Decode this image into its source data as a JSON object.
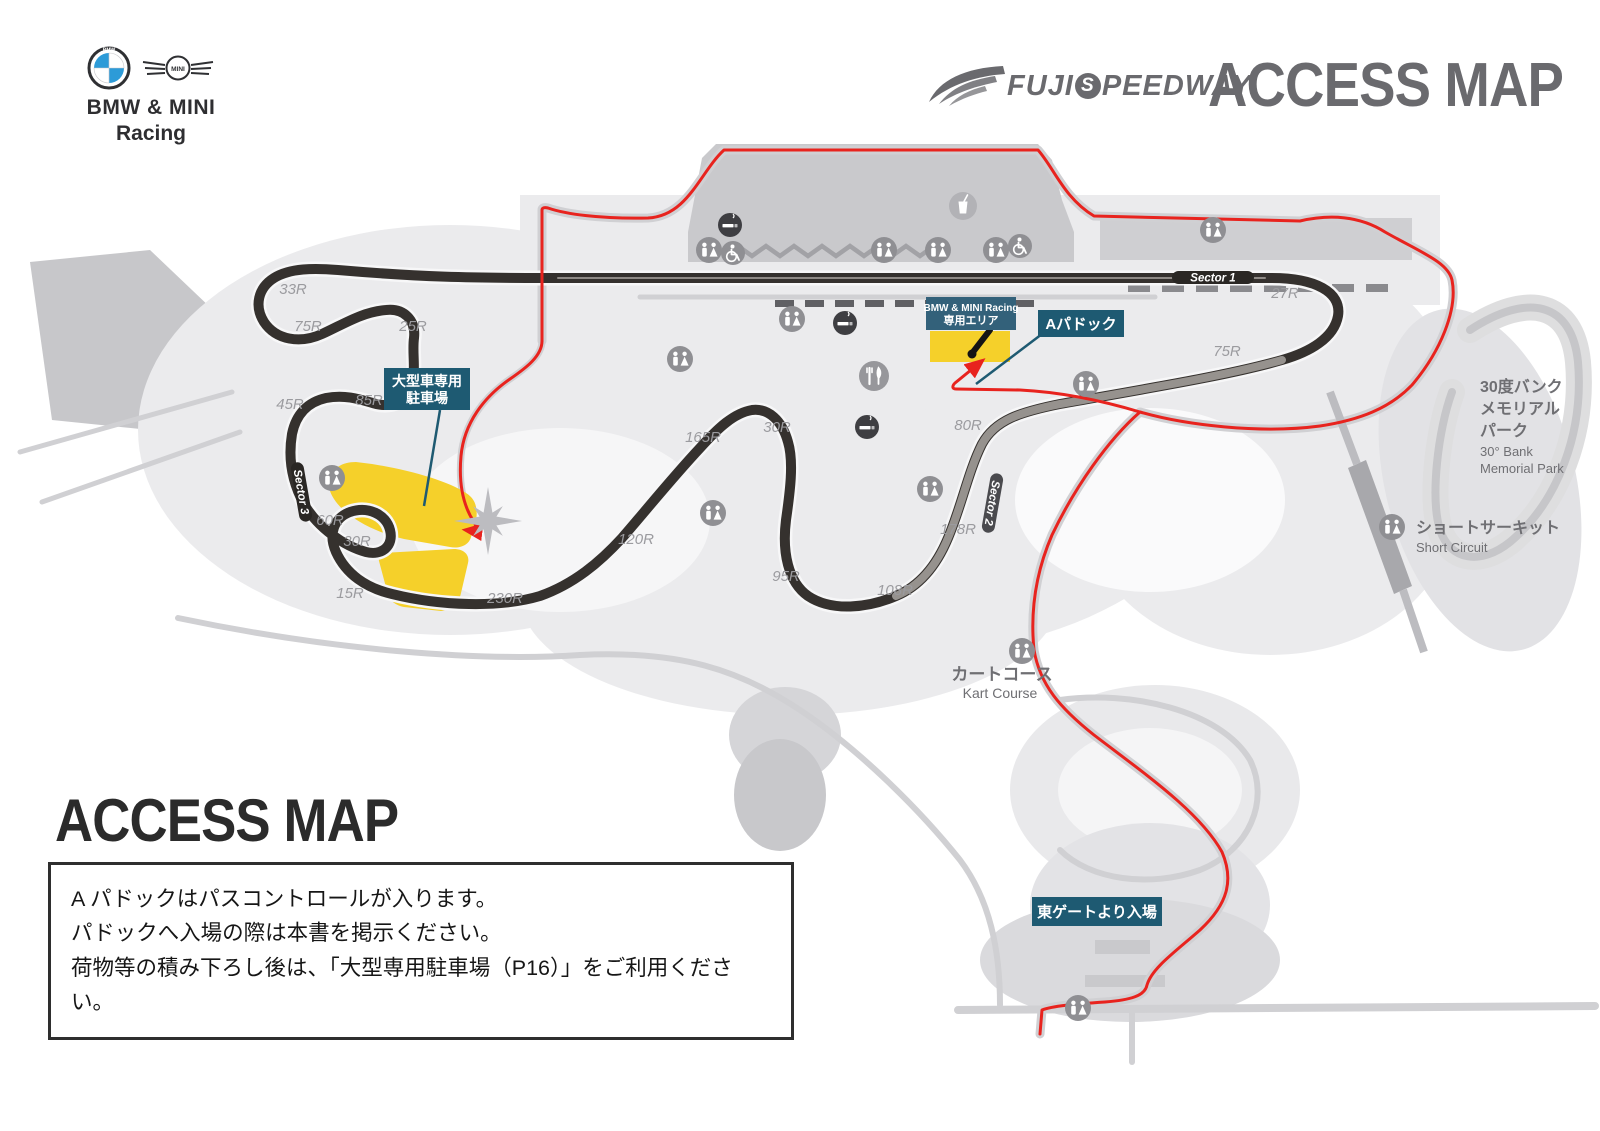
{
  "header": {
    "brand": {
      "line1": "BMW & MINI",
      "line2": "Racing"
    },
    "fuji_logo": {
      "part1": "FUJI",
      "s": "S",
      "part2": "PEEDWAY"
    },
    "title": "ACCESS MAP"
  },
  "map": {
    "sectors": [
      "Sector 1",
      "Sector 2",
      "Sector 3"
    ],
    "corners": [
      "33R",
      "75R",
      "25R",
      "45R",
      "85R",
      "60R",
      "30R",
      "15R",
      "230R",
      "120R",
      "165R",
      "30R",
      "95R",
      "108R",
      "178R",
      "80R",
      "75R",
      "27R"
    ],
    "callouts": {
      "parking_line1": "大型車専用",
      "parking_line2": "駐車場",
      "bmw_area_line1": "BMW & MINI Racing",
      "bmw_area_line2": "専用エリア",
      "a_paddock": "Aパドック",
      "east_gate": "東ゲートより入場"
    },
    "places": {
      "bank_jp1": "30度バンク",
      "bank_jp2": "メモリアル",
      "bank_jp3": "パーク",
      "bank_en1": "30° Bank",
      "bank_en2": "Memorial Park",
      "short_circuit_jp": "ショートサーキット",
      "short_circuit_en": "Short Circuit",
      "kart_jp": "カートコース",
      "kart_en": "Kart Course"
    },
    "icons": {
      "restroom": "two-person-silhouette",
      "wheelchair": "wheelchair-symbol",
      "restaurant": "fork-and-knife",
      "drink": "cup-with-straw",
      "smoking": "cigarette",
      "compass": "eight-point-star"
    },
    "colors": {
      "accent_teal": "#1E5A72",
      "highlight_yellow": "#F5D02A",
      "route_red": "#E8231E",
      "track_dark": "#35312E",
      "logo_gray": "#6A6A6E"
    }
  },
  "footer": {
    "title": "ACCESS MAP",
    "notes": [
      "A パドックはパスコントロールが入ります。",
      "パドックへ入場の際は本書を掲示ください。",
      "荷物等の積み下ろし後は、「大型専用駐車場（P16）」をご利用ください。"
    ]
  }
}
